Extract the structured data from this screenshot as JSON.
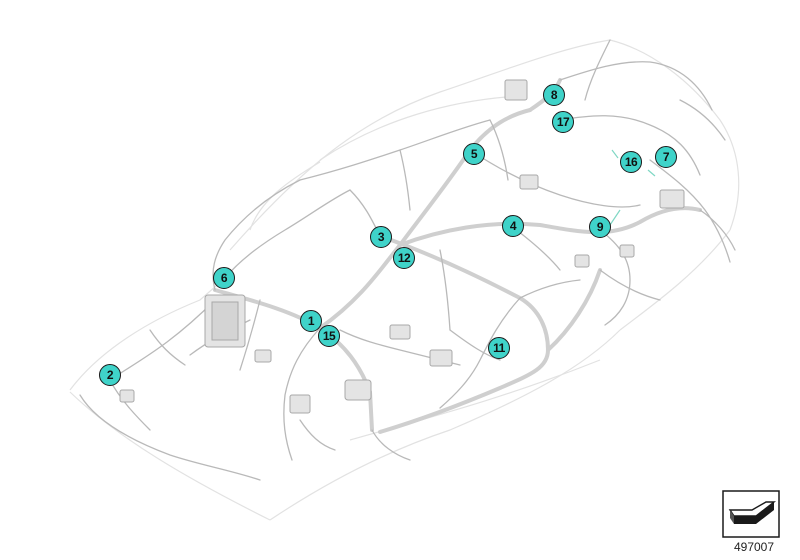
{
  "diagram": {
    "callouts": [
      {
        "label": "1"
      },
      {
        "label": "2"
      },
      {
        "label": "3"
      },
      {
        "label": "4"
      },
      {
        "label": "5"
      },
      {
        "label": "6"
      },
      {
        "label": "7"
      },
      {
        "label": "8"
      },
      {
        "label": "9"
      },
      {
        "label": "11"
      },
      {
        "label": "12"
      },
      {
        "label": "15"
      },
      {
        "label": "16"
      },
      {
        "label": "17"
      }
    ],
    "document_number": "497007"
  },
  "colors": {
    "callout_fill": "#3fd3c9",
    "callout_border": "#1a1a1a",
    "wire": "#b9b9b9",
    "trunk": "#d2d2d2",
    "outline": "#e1e1e1"
  }
}
